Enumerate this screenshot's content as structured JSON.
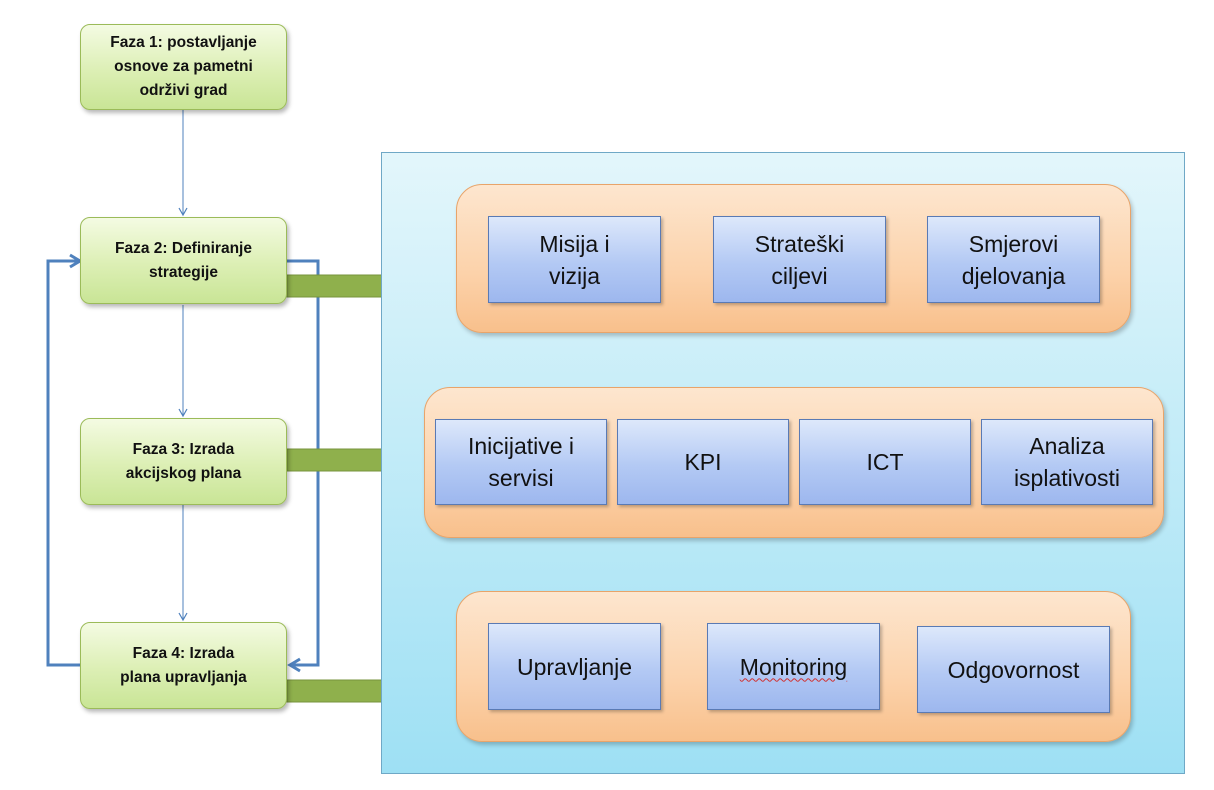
{
  "phases": [
    {
      "label": "Faza 1: postavljanje\nosnove za pametni\nodrživi grad"
    },
    {
      "label": "Faza 2: Definiranje\nstrategije"
    },
    {
      "label": "Faza 3: Izrada\nakcijskog plana"
    },
    {
      "label": "Faza 4: Izrada\nplana upravljanja"
    }
  ],
  "groups": [
    {
      "items": [
        "Misija i\nvizija",
        "Strateški\nciljevi",
        "Smjerovi\ndjelovanja"
      ]
    },
    {
      "items": [
        "Inicijative i\nservisi",
        "KPI",
        "ICT",
        "Analiza\nisplativosti"
      ]
    },
    {
      "items": [
        "Upravljanje",
        "Monitoring",
        "Odgovornost"
      ]
    }
  ],
  "colors": {
    "phase_border": "#9bbb59",
    "group_border": "#e8a46a",
    "item_border": "#5a7ab4",
    "panel_fill": "#9ee0f4",
    "connector_blue": "#4f81bd",
    "big_arrow_green": "#77933c"
  }
}
